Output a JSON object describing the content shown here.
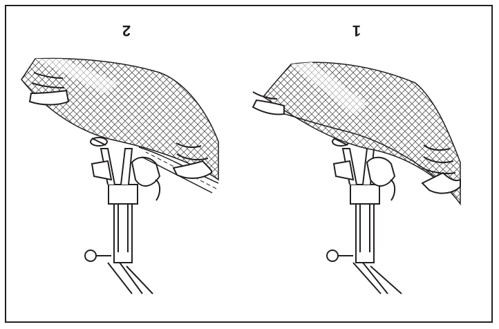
{
  "panels": [
    {
      "label": "1"
    },
    {
      "label": "2"
    }
  ],
  "colors": {
    "ink": "#231f20",
    "mesh_fill": "#cfcfcf",
    "mesh_light": "#eeeeee",
    "background": "#ffffff"
  },
  "icons": [
    "hand-icon",
    "fabric-mesh",
    "needle-bar",
    "presser-foot",
    "screw-knob"
  ]
}
